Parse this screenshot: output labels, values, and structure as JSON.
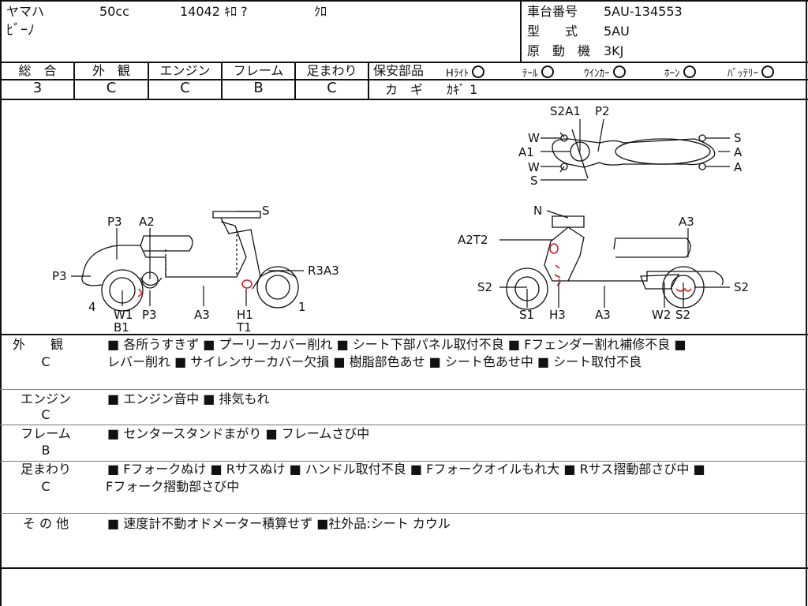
{
  "header": {
    "maker": "ヤマハ",
    "displacement": "50cc",
    "mileage_info": "14042 ｷﾛ ?",
    "color": "ｸﾛ",
    "model_name": "ﾋﾞｰﾉ",
    "chassis_label": "車台番号",
    "chassis_value": "5AU-134553",
    "type_label": "型　　式",
    "type_value": "5AU",
    "engine_label": "原　動　機",
    "engine_value": "3KJ"
  },
  "grades": {
    "headers": [
      "総　合",
      "外　観",
      "エンジン",
      "フレーム",
      "足まわり"
    ],
    "values": [
      "3",
      "C",
      "C",
      "B",
      "C"
    ]
  },
  "safety": {
    "label": "保安部品",
    "items": [
      "Hﾗｲﾄ",
      "ﾃｰﾙ",
      "ｳｲﾝｶｰ",
      "ﾎｰﾝ",
      "ﾊﾞｯﾃﾘｰ"
    ],
    "key_label": "カ　ギ",
    "key_value": "ｶｷﾞ 1"
  },
  "diagram": {
    "left_labels": [
      "P3",
      "A2",
      "S",
      "P3",
      "R3A3",
      "4",
      "W1",
      "B1",
      "P3",
      "A3",
      "H1",
      "T1",
      "1"
    ],
    "top_labels": [
      "S2A1",
      "P2",
      "W",
      "S",
      "A1",
      "A",
      "W",
      "A",
      "S"
    ],
    "right_labels": [
      "N",
      "A3",
      "A2T2",
      "S2",
      "S2",
      "S1",
      "H3",
      "A3",
      "W2",
      "S2"
    ]
  },
  "sections": [
    {
      "label": "外　　観",
      "grade": "C",
      "line1": "■ 各所うすきず ■ プーリーカバー削れ ■ シート下部パネル取付不良 ■ Fフェンダー割れ補修不良 ■",
      "line2": "レバー削れ ■ サイレンサーカバー欠損 ■ 樹脂部色あせ ■ シート色あせ中 ■ シート取付不良"
    },
    {
      "label": "エンジン",
      "grade": "C",
      "line1": "■ エンジン音中 ■ 排気もれ",
      "line2": ""
    },
    {
      "label": "フレーム",
      "grade": "B",
      "line1": "■ センタースタンドまがり ■ フレームさび中",
      "line2": ""
    },
    {
      "label": "足まわり",
      "grade": "C",
      "line1": "■ Fフォークぬけ ■ Rサスぬけ ■ ハンドル取付不良 ■ Fフォークオイルもれ大 ■ Rサス摺動部さび中 ■",
      "line2": "Fフォーク摺動部さび中"
    },
    {
      "label": "そ の 他",
      "grade": "",
      "line1": "■ 速度計不動オドメーター積算せず ■社外品:シート カウル",
      "line2": ""
    }
  ],
  "colors": {
    "ink": "#111111",
    "annotation_red": "#d22020"
  }
}
